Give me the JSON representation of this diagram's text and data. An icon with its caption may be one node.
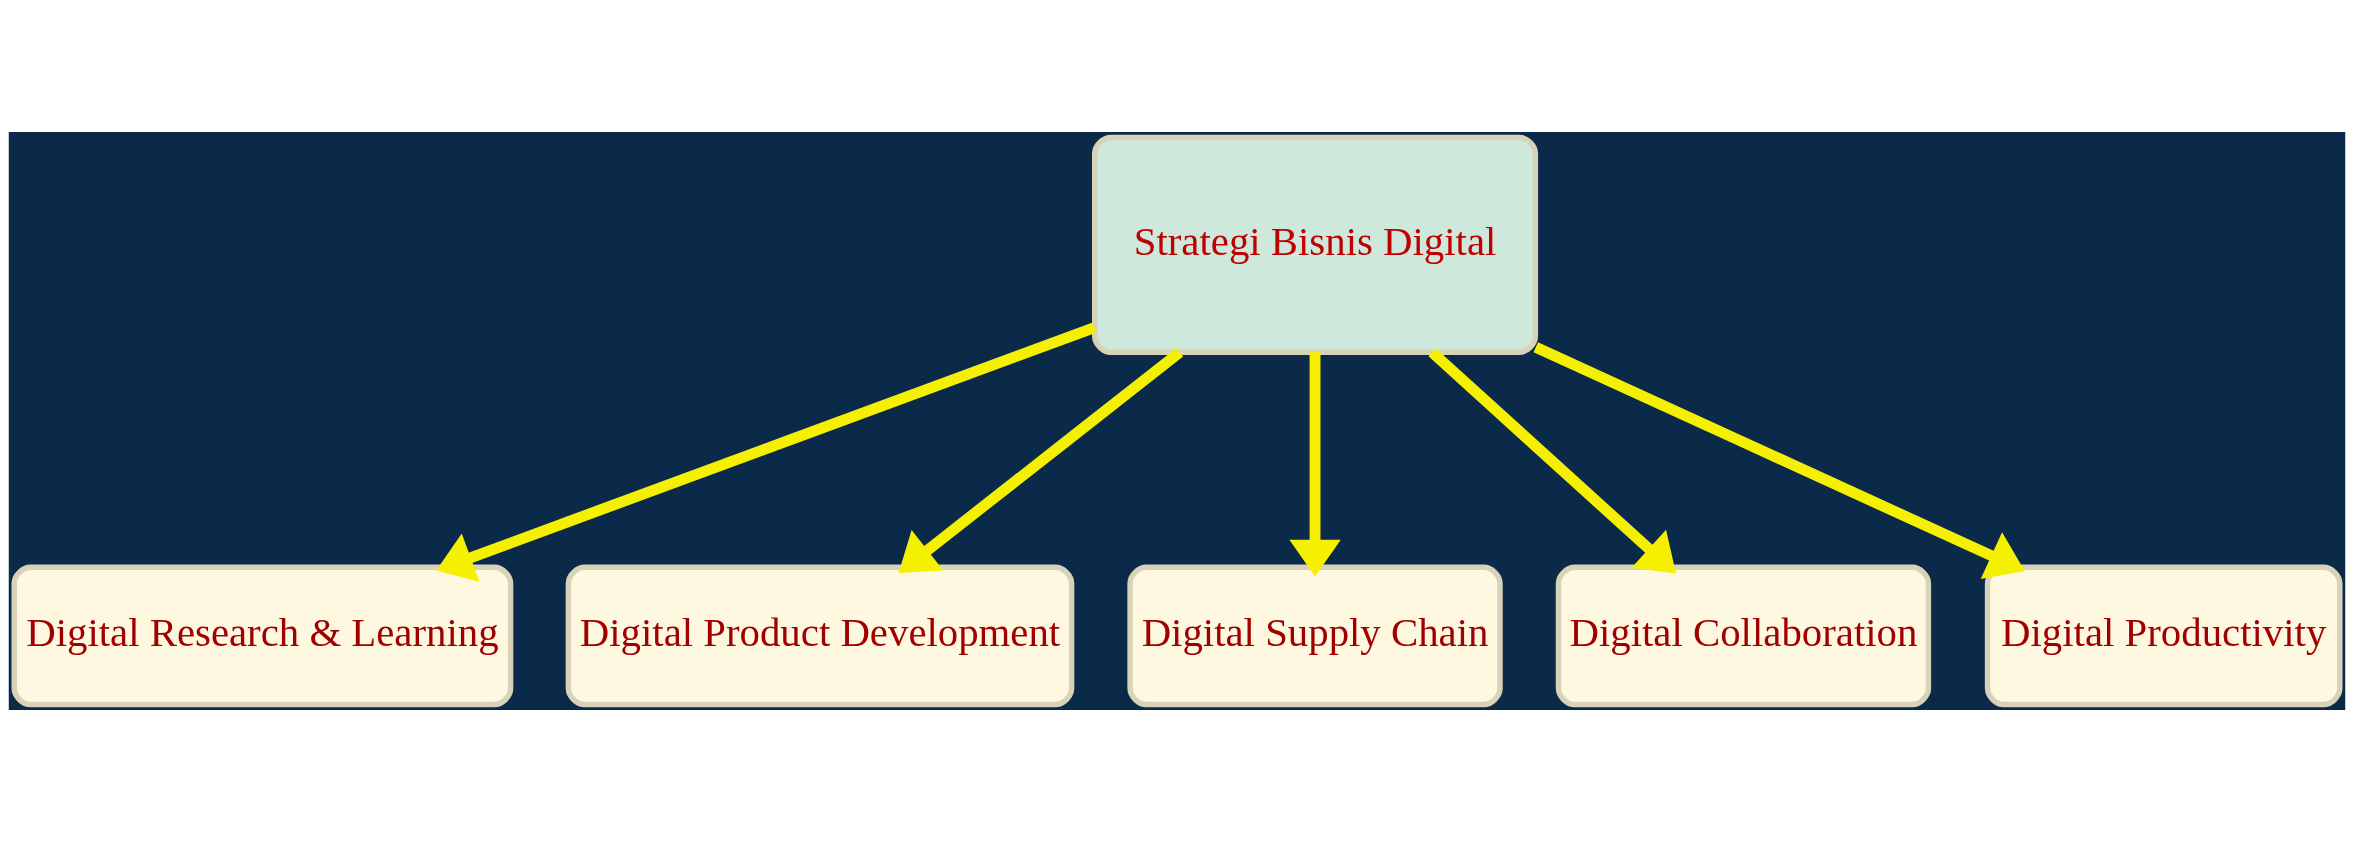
{
  "diagram": {
    "nodes": [
      {
        "text": [
          "Strategi Bisnis Digital"
        ]
      },
      {
        "text": [
          "Digital Research & Learning"
        ]
      },
      {
        "text": [
          "Digital Product Development"
        ]
      },
      {
        "text": [
          "Digital Supply Chain"
        ]
      },
      {
        "text": [
          "Digital Collaboration"
        ]
      },
      {
        "text": [
          "Digital Productivity"
        ]
      }
    ],
    "edges": [
      {
        "from": 0,
        "to": 1,
        "arrow": "to"
      },
      {
        "from": 0,
        "to": 2,
        "arrow": "to"
      },
      {
        "from": 0,
        "to": 3,
        "arrow": "to"
      },
      {
        "from": 0,
        "to": 4,
        "arrow": "to"
      },
      {
        "from": 0,
        "to": 5,
        "arrow": "to"
      }
    ]
  }
}
